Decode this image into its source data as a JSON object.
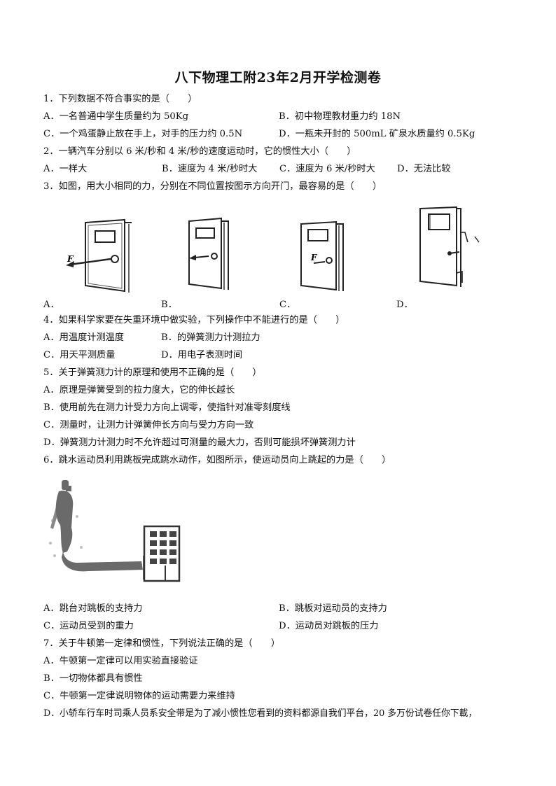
{
  "title": "八下物理工附23年2月开学检测卷",
  "q1": {
    "stem": "1．下列数据不符合事实的是（　　）",
    "a": "A．一名普通中学生质量约为 50Kg",
    "b": "B．初中物理教材重力约 18N",
    "c": "C．一个鸡蛋静止放在手上，对手的压力约 0.5N",
    "d": "D．一瓶未开封的 500mL 矿泉水质量约 0.5Kg"
  },
  "q2": {
    "stem": "2．一辆汽车分别以 6 米/秒和 4 米/秒的速度运动时，它的惯性大小（　　）",
    "a": "A．一样大",
    "b": "B．速度为 4 米/秒时大",
    "c": "C．速度为 6 米/秒时大",
    "d": "D．无法比较"
  },
  "q3": {
    "stem": "3．如图，用大小相同的力，分别在不同位置按图示方向开门，最容易的是（　　）",
    "a": "A．",
    "b": "B．",
    "c": "C．",
    "d": "D．",
    "force_label": "F"
  },
  "q4": {
    "stem": "4．如果科学家要在失重环境中做实验，下列操作中不能进行的是（　　）",
    "a": "A．用温度计测温度",
    "b": "B．的弹簧测力计测拉力",
    "c": "C．用天平测质量",
    "d": "D．用电子表测时间"
  },
  "q5": {
    "stem": "5．关于弹簧测力计的原理和使用不正确的是（　　）",
    "a": "A．原理是弹簧受到的拉力度大，它的伸长越长",
    "b": "B．使用前先在测力计受力方向上调零，使指针对准零刻度线",
    "c": "C．测量时，让测力计弹簧伸长方向与受力方向一致",
    "d": "D．弹簧测力计测力时不允许超过可测量的最大力，否则可能损坏弹簧测力计"
  },
  "q6": {
    "stem": "6．跳水运动员利用跳板完成跳水动作，如图所示，使运动员向上跳起的力是（　　）",
    "a": "A．跳台对跳板的支持力",
    "b": "B．跳板对运动员的支持力",
    "c": "C．运动员受到的重力",
    "d": "D．运动员对跳板的压力"
  },
  "q7": {
    "stem": "7．关于牛顿第一定律和惯性，下列说法正确的是（　　）",
    "a": "A．牛顿第一定律可以用实验直接验证",
    "b": "B．一切物体都具有惯性",
    "c": "C．牛顿第一定律说明物体的运动需要力来维持",
    "d": "D．小轿车行车时司乘人员系安全带是为了减小惯性您看到的资料都源自我们平台，20 多万份试卷任你下載，"
  }
}
